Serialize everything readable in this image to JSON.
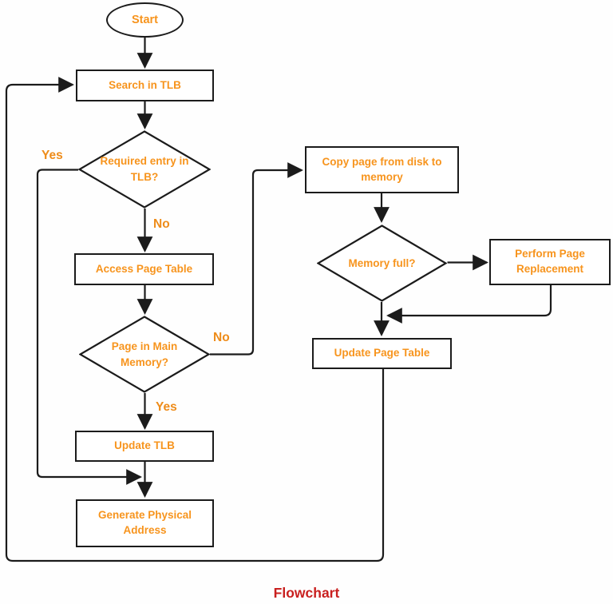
{
  "diagram": {
    "type": "flowchart",
    "caption": "Flowchart",
    "colors": {
      "node_text": "#F7941D",
      "node_border": "#1B1B1B",
      "connector": "#1B1B1B",
      "caption_text": "#C9201F",
      "background": "#FFFFFF"
    },
    "nodes": {
      "start": {
        "shape": "ellipse",
        "label": "Start"
      },
      "search_tlb": {
        "shape": "rect",
        "label": "Search in TLB"
      },
      "required_entry_tlb": {
        "shape": "diamond",
        "label": "Required entry in TLB?"
      },
      "access_page_table": {
        "shape": "rect",
        "label": "Access Page Table"
      },
      "page_in_main_memory": {
        "shape": "diamond",
        "label": "Page in Main Memory?"
      },
      "update_tlb": {
        "shape": "rect",
        "label": "Update TLB"
      },
      "generate_physical_address": {
        "shape": "rect",
        "label": "Generate Physical Address"
      },
      "copy_page_disk_memory": {
        "shape": "rect",
        "label": "Copy page from disk to memory"
      },
      "memory_full": {
        "shape": "diamond",
        "label": "Memory full?"
      },
      "perform_page_replacement": {
        "shape": "rect",
        "label": "Perform Page Replacement"
      },
      "update_page_table": {
        "shape": "rect",
        "label": "Update Page Table"
      }
    },
    "edge_labels": {
      "tlb_yes": "Yes",
      "tlb_no": "No",
      "memory_no": "No",
      "memory_yes": "Yes"
    },
    "edges": [
      "Start -> Search in TLB",
      "Search in TLB -> Required entry in TLB?",
      "Required entry in TLB? -Yes-> (junction before Generate Physical Address)",
      "Required entry in TLB? -No-> Access Page Table",
      "Access Page Table -> Page in Main Memory?",
      "Page in Main Memory? -No-> Copy page from disk to memory",
      "Page in Main Memory? -Yes-> Update TLB",
      "Update TLB -> Generate Physical Address",
      "Copy page from disk to memory -> Memory full?",
      "Memory full? -> Perform Page Replacement",
      "Perform Page Replacement -> Update Page Table",
      "Memory full? -> Update Page Table",
      "Update Page Table -> Search in TLB"
    ]
  }
}
